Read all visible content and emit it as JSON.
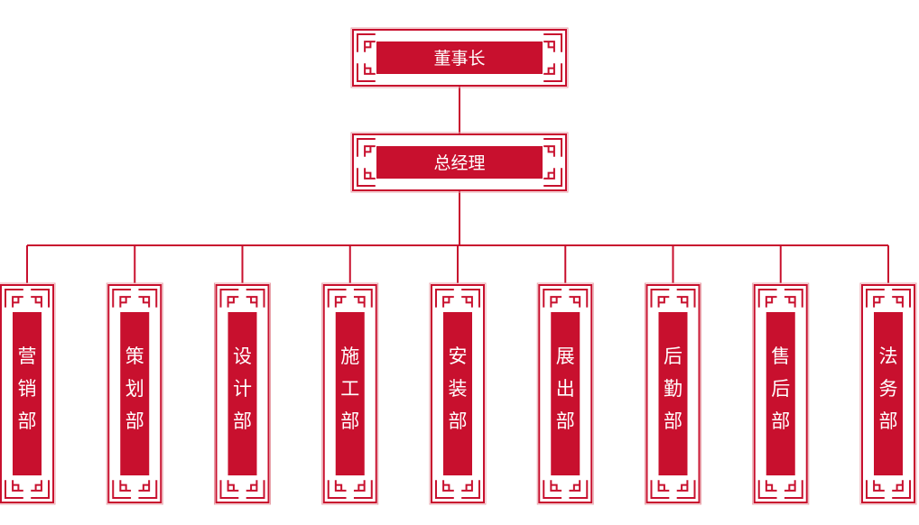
{
  "colors": {
    "primary": "#c8102e",
    "frame": "#c8102e",
    "frame_light": "#e8a0a8",
    "text": "#ffffff",
    "background": "#ffffff"
  },
  "org_chart": {
    "chairman": "董事长",
    "general_manager": "总经理",
    "departments": [
      "营销部",
      "策划部",
      "设计部",
      "施工部",
      "安装部",
      "展出部",
      "后勤部",
      "售后部",
      "法务部"
    ]
  }
}
